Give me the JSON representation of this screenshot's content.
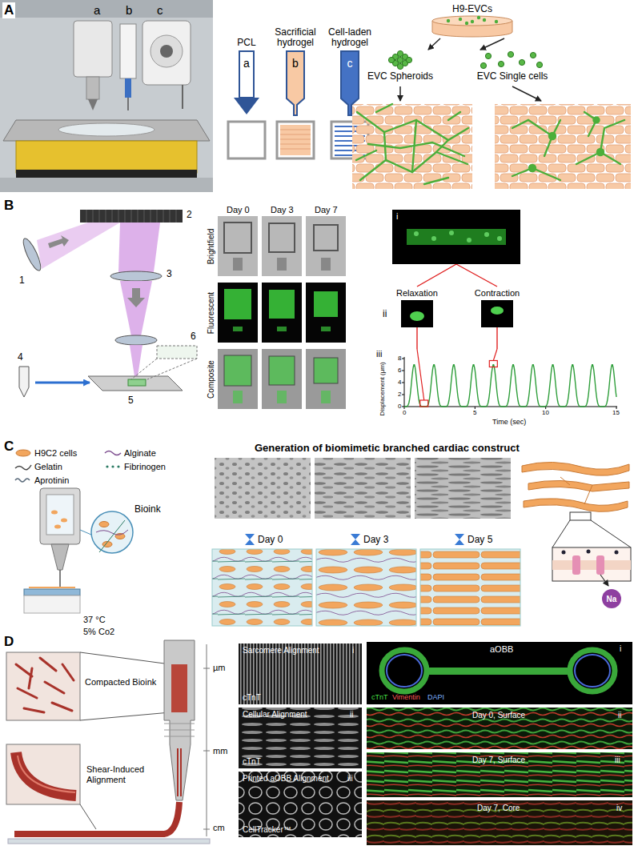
{
  "diagram": {
    "nodes": [
      {
        "text": [
          "PCL",
          "a"
        ]
      },
      {
        "text": [
          "Sacrificial hydrogel",
          "b"
        ]
      },
      {
        "text": [
          "Cell-laden hydrogel",
          "c"
        ]
      },
      {
        "text": [
          "H9-EVCs"
        ]
      },
      {
        "text": [
          "EVC Spheroids"
        ]
      },
      {
        "text": [
          "EVC Single cells"
        ]
      },
      {
        "text": [
          "i"
        ]
      },
      {
        "text": [
          "Relaxation"
        ]
      },
      {
        "text": [
          "Contraction"
        ]
      },
      {
        "text": [
          "iii"
        ]
      },
      {
        "text": [
          "Na"
        ]
      }
    ],
    "edges": [
      {
        "from": 3,
        "to": 4,
        "arrow": "to"
      },
      {
        "from": 3,
        "to": 5,
        "arrow": "to"
      },
      {
        "from": 6,
        "to": 7,
        "arrow": "none"
      },
      {
        "from": 6,
        "to": 8,
        "arrow": "none"
      },
      {
        "from": 7,
        "to": 9,
        "arrow": "none"
      },
      {
        "from": 8,
        "to": 9,
        "arrow": "none"
      }
    ],
    "labels": [
      "A",
      "a",
      "b",
      "c",
      "B",
      "1",
      "2",
      "3",
      "4",
      "5",
      "6",
      "Day 0",
      "Day 3",
      "Day 7",
      "Brightfield",
      "Fluorescent",
      "Composite",
      "ii",
      "Displacement (μm)",
      "0",
      "2",
      "4",
      "6",
      "8",
      "0",
      "5",
      "10",
      "15",
      "Time (sec)",
      "C",
      "Bioink",
      "37 °C",
      "5% Co2",
      "Generation of biomimetic branched cardiac construct",
      "Day 0",
      "Day 3",
      "Day 5",
      "D",
      "Compacted Bioink",
      "Shear-Induced Alignment",
      "µm",
      "mm",
      "cm",
      "Sarcomere Alignment",
      "i",
      "cTnT",
      "Cellular Alignment",
      "ii",
      "cTnT",
      "Printed aOBB Alignment",
      "iii",
      "CellTracker™",
      "aOBB",
      "i",
      "cTnT",
      "Vimentin",
      "DAPI",
      "Day 0, Surface",
      "ii",
      "Day 7, Surface",
      "iii",
      "Day 7, Core",
      "iv"
    ],
    "legend": [
      {
        "text": "H9C2 cells"
      },
      {
        "text": "Alginate"
      },
      {
        "text": "Gelatin"
      },
      {
        "text": "Fibrinogen"
      },
      {
        "text": "Aprotinin"
      }
    ]
  }
}
